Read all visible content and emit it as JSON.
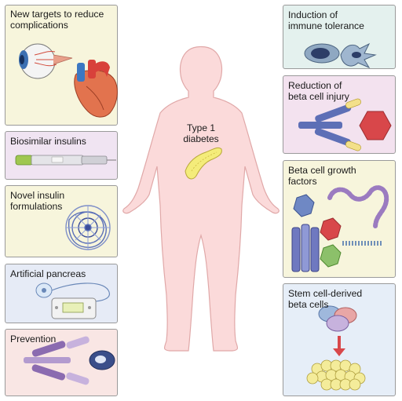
{
  "center": {
    "label": "Type 1\ndiabetes"
  },
  "panels": {
    "new_targets": {
      "label": "New targets to reduce\ncomplications",
      "color": "#f7f5dc"
    },
    "biosimilar": {
      "label": "Biosimilar insulins",
      "color": "#f0e4f2"
    },
    "novel_insulin": {
      "label": "Novel insulin\nformulations",
      "color": "#f7f5dc"
    },
    "artificial_pancreas": {
      "label": "Artificial pancreas",
      "color": "#e6ebf6"
    },
    "prevention": {
      "label": "Prevention",
      "color": "#f9e6e4"
    },
    "immune_tolerance": {
      "label": "Induction of\nimmune tolerance",
      "color": "#e4f1ee"
    },
    "beta_injury": {
      "label": "Reduction of\nbeta cell injury",
      "color": "#f3e2ef"
    },
    "growth_factors": {
      "label": "Beta cell growth\nfactors",
      "color": "#f7f5dc"
    },
    "stem_cell": {
      "label": "Stem cell-derived\nbeta cells",
      "color": "#e6eef8"
    }
  },
  "colors": {
    "body": "#fbdada",
    "body_outline": "#e0a8a8",
    "pancreas": "#f4ec7a"
  },
  "icons": [
    "eye-icon",
    "heart-icon",
    "insulin-pen-icon",
    "insulin-hexamer-icon",
    "insulin-pump-icon",
    "antibody-icon",
    "immune-cell-icon",
    "receptor-icon",
    "growth-factor-icon",
    "stem-cell-icon",
    "pancreas-icon"
  ]
}
